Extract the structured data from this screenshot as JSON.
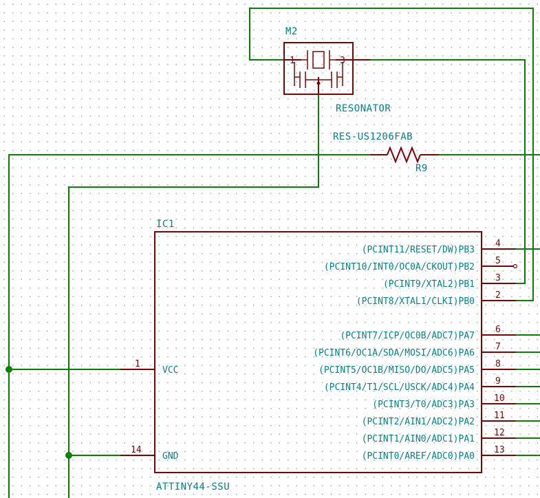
{
  "resonator": {
    "ref": "M2",
    "value": "RESONATOR",
    "pin_left": "1",
    "pin_right": "3"
  },
  "resistor": {
    "ref": "R9",
    "value": "RES-US1206FAB"
  },
  "ic": {
    "ref": "IC1",
    "value": "ATTINY44-SSU",
    "pins_right": [
      {
        "num": "4",
        "label": "(PCINT11/RESET/DW)PB3"
      },
      {
        "num": "5",
        "label": "(PCINT10/INT0/OC0A/CKOUT)PB2"
      },
      {
        "num": "3",
        "label": "(PCINT9/XTAL2)PB1"
      },
      {
        "num": "2",
        "label": "(PCINT8/XTAL1/CLKI)PB0"
      },
      {
        "num": "6",
        "label": "(PCINT7/ICP/OC0B/ADC7)PA7"
      },
      {
        "num": "7",
        "label": "(PCINT6/OC1A/SDA/MOSI/ADC6)PA6"
      },
      {
        "num": "8",
        "label": "(PCINT5/OC1B/MISO/DO/ADC5)PA5"
      },
      {
        "num": "9",
        "label": "(PCINT4/T1/SCL/USCK/ADC4)PA4"
      },
      {
        "num": "10",
        "label": "(PCINT3/T0/ADC3)PA3"
      },
      {
        "num": "11",
        "label": "(PCINT2/AIN1/ADC2)PA2"
      },
      {
        "num": "12",
        "label": "(PCINT1/AIN0/ADC1)PA1"
      },
      {
        "num": "13",
        "label": "(PCINT0/AREF/ADC0)PA0"
      }
    ],
    "pins_left": [
      {
        "num": "1",
        "label": "VCC"
      },
      {
        "num": "14",
        "label": "GND"
      }
    ]
  },
  "colors": {
    "wire": "#008400",
    "part": "#840000",
    "text": "#008484",
    "grid_dot": "#b4b4b4"
  }
}
